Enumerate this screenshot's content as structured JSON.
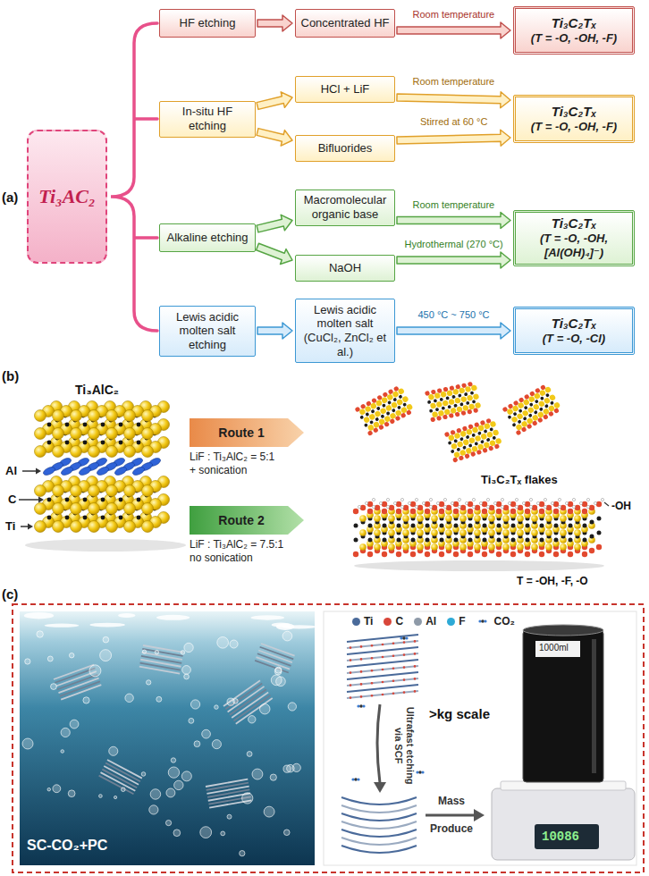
{
  "diagram": {
    "nodes": [
      {
        "text": [
          "Ti₃AC₂"
        ]
      },
      {
        "text": [
          "HF etching"
        ]
      },
      {
        "text": [
          "Concentrated HF"
        ]
      },
      {
        "text": [
          "Ti₃C₂Tₓ",
          "(T = -O, -OH, -F)"
        ]
      },
      {
        "text": [
          "In-situ HF etching"
        ]
      },
      {
        "text": [
          "HCl + LiF"
        ]
      },
      {
        "text": [
          "Bifluorides"
        ]
      },
      {
        "text": [
          "Ti₃C₂Tₓ",
          "(T = -O, -OH, -F)"
        ]
      },
      {
        "text": [
          "Alkaline etching"
        ]
      },
      {
        "text": [
          "Macromolecular organic base"
        ]
      },
      {
        "text": [
          "NaOH"
        ]
      },
      {
        "text": [
          "Ti₃C₂Tₓ",
          "(T = -O, -OH, [Al(OH)₄]⁻)"
        ]
      },
      {
        "text": [
          "Lewis acidic molten salt etching"
        ]
      },
      {
        "text": [
          "Lewis acidic molten salt (CuCl₂, ZnCl₂ et al.)"
        ]
      },
      {
        "text": [
          "Ti₃C₂Tₓ",
          "(T = -O, -Cl)"
        ]
      },
      {
        "text": [
          "Route 1"
        ]
      },
      {
        "text": [
          "Route 2"
        ]
      }
    ],
    "edges": [
      {
        "from": 1,
        "to": 2,
        "arrow": "to"
      },
      {
        "from": 2,
        "to": 3,
        "label": "Room temperature",
        "arrow": "to"
      },
      {
        "from": 4,
        "to": 5,
        "arrow": "to"
      },
      {
        "from": 4,
        "to": 6,
        "arrow": "to"
      },
      {
        "from": 5,
        "to": 7,
        "label": "Room temperature",
        "arrow": "to"
      },
      {
        "from": 6,
        "to": 7,
        "label": "Stirred at 60 °C",
        "arrow": "to"
      },
      {
        "from": 8,
        "to": 9,
        "arrow": "to"
      },
      {
        "from": 8,
        "to": 10,
        "arrow": "to"
      },
      {
        "from": 9,
        "to": 11,
        "label": "Room temperature",
        "arrow": "to"
      },
      {
        "from": 10,
        "to": 11,
        "label": "Hydrothermal (270 °C)",
        "arrow": "to"
      },
      {
        "from": 12,
        "to": 13,
        "arrow": "to"
      },
      {
        "from": 13,
        "to": 14,
        "label": "450 °C ~ 750 °C",
        "arrow": "to"
      }
    ],
    "labels": [
      "(a)",
      "(b)",
      "Ti₃AlC₂",
      "Al",
      "C",
      "Ti",
      "LiF : Ti₃AlC₂ = 5:1",
      "+ sonication",
      "LiF : Ti₃AlC₂ = 7.5:1",
      "no sonication",
      "Ti₃C₂Tₓ flakes",
      "-OH",
      "T = -OH, -F, -O",
      "(c)",
      "SC-CO₂+PC",
      "Ultrafast etching via SCF",
      "Mass",
      "Produce",
      ">kg scale",
      "1000ml",
      "10086"
    ],
    "legend": [
      {
        "text": "Ti",
        "color": "#4a6a9a"
      },
      {
        "text": "C",
        "color": "#d8463a"
      },
      {
        "text": "Al",
        "color": "#8e9aa8"
      },
      {
        "text": "F",
        "color": "#2eaad6"
      },
      {
        "text": "CO₂"
      }
    ]
  }
}
